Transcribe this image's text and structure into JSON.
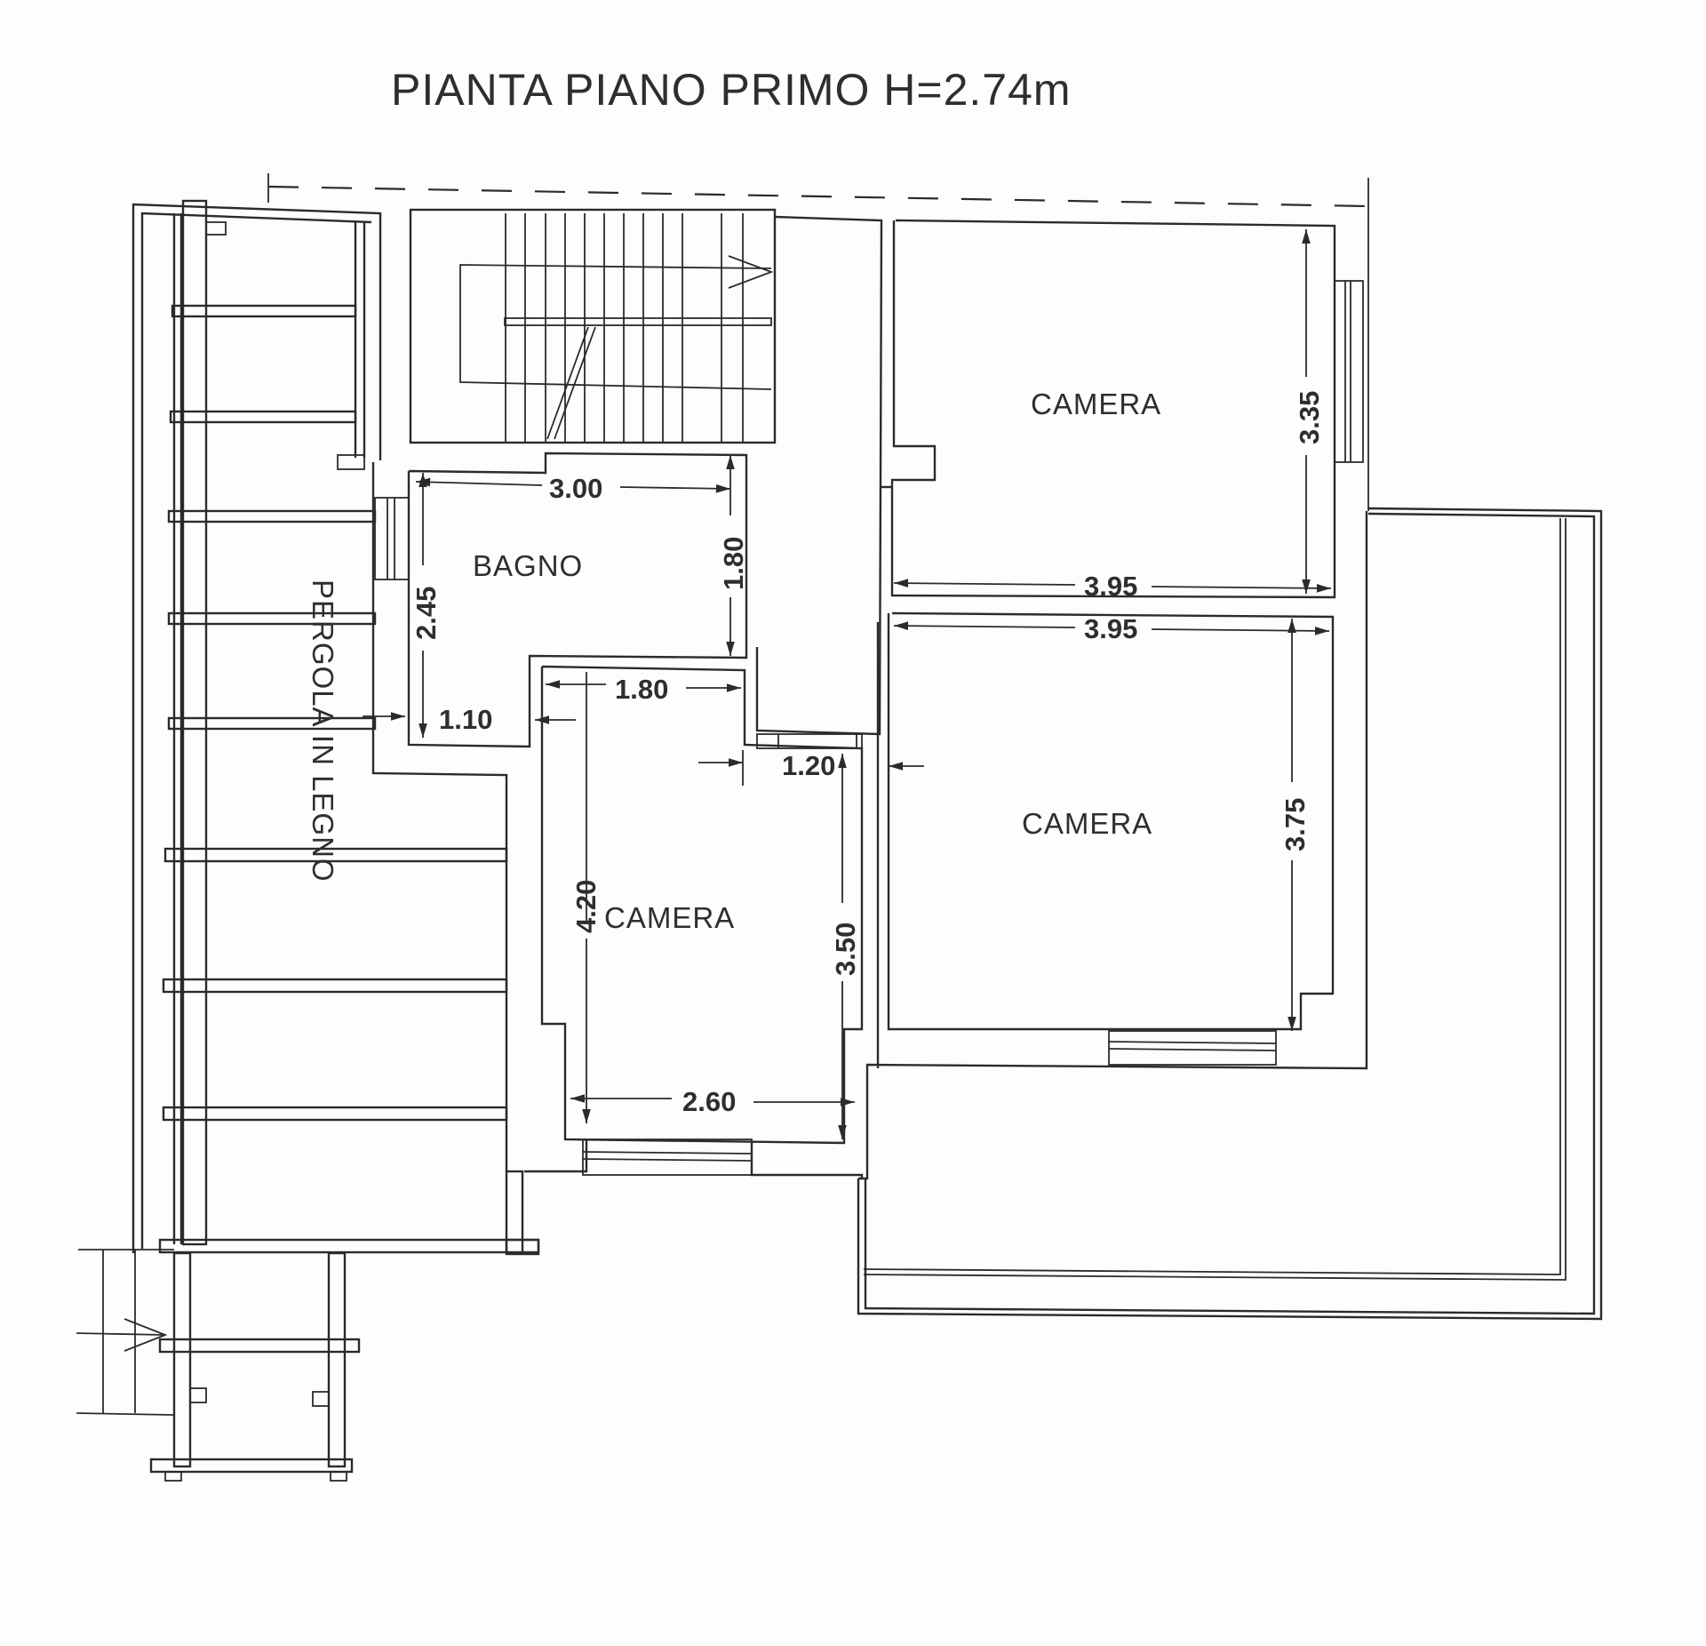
{
  "title": "PIANTA PIANO PRIMO H=2.74m",
  "colors": {
    "line": "#2b2b2b",
    "text": "#2e2e2e",
    "paper": "#fdfdfd"
  },
  "rooms": {
    "bagno": {
      "label": "BAGNO"
    },
    "camera_top_right": {
      "label": "CAMERA"
    },
    "camera_bottom_right": {
      "label": "CAMERA"
    },
    "camera_center": {
      "label": "CAMERA"
    },
    "pergola": {
      "label": "PERGOLA IN LEGNO"
    }
  },
  "dimensions": {
    "bagno_width": "3.00",
    "bagno_height_left": "2.45",
    "bagno_height_right": "1.80",
    "bagno_offset": "1.10",
    "camera_center_top_width": "1.80",
    "camera_center_height_left": "4.20",
    "camera_center_height_right": "3.50",
    "camera_center_width": "2.60",
    "corridor_width": "1.20",
    "camera_top_right_width": "3.95",
    "camera_top_right_height": "3.35",
    "camera_bottom_right_width": "3.95",
    "camera_bottom_right_height": "3.75"
  },
  "symbols": {
    "stair": "stair-icon",
    "entry_arrow": "entry-arrow-icon",
    "window": "window-icon"
  }
}
